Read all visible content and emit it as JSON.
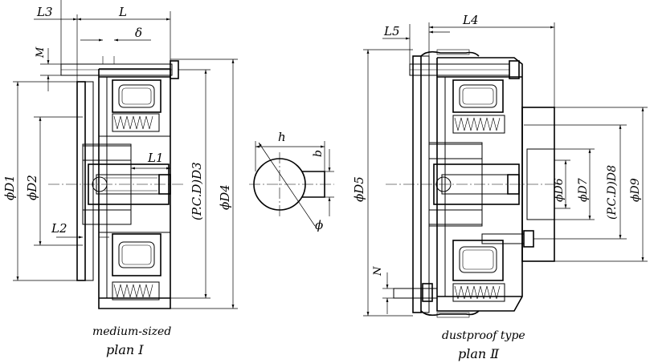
{
  "plan_one": {
    "labels": {
      "l3": "L3",
      "l": "L",
      "delta": "δ",
      "m": "M",
      "l1": "L1",
      "l2": "L2",
      "d1": "ϕD1",
      "d2": "ϕD2",
      "d3": "(P.C.D)D3",
      "d4": "ϕD4"
    },
    "caption_type": "medium-sized",
    "caption_plan": "plan Ⅰ"
  },
  "keyway": {
    "labels": {
      "h": "h",
      "b": "b",
      "phi": "ϕ"
    }
  },
  "plan_two": {
    "labels": {
      "l5": "L5",
      "l4": "L4",
      "n": "N",
      "d5": "ϕD5",
      "d6": "ϕD6",
      "d7": "ϕD7",
      "d8": "(P.C.D)D8",
      "d9": "ϕD9"
    },
    "caption_type": "dustproof type",
    "caption_plan": "plan Ⅱ"
  }
}
